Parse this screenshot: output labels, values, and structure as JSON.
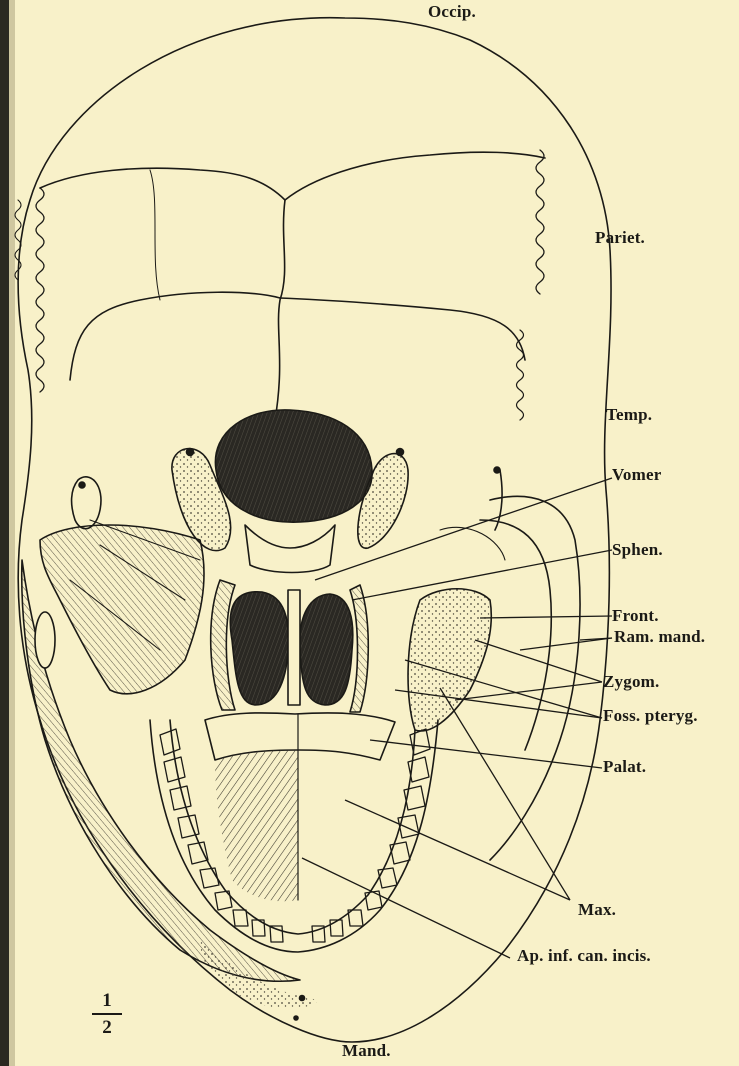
{
  "labels": {
    "occip": "Occip.",
    "pariet": "Pariet.",
    "temp": "Temp.",
    "vomer": "Vomer",
    "sphen": "Sphen.",
    "front": "Front.",
    "ram_mand": "Ram. mand.",
    "zygom": "Zygom.",
    "foss_pteryg": "Foss. pteryg.",
    "palat": "Palat.",
    "max": "Max.",
    "ap_inf": "Ap. inf. can. incis.",
    "mand": "Mand."
  },
  "scale": {
    "numerator": "1",
    "denominator": "2"
  },
  "colors": {
    "paper": "#f8f1c9",
    "ink": "#1b1a16"
  }
}
